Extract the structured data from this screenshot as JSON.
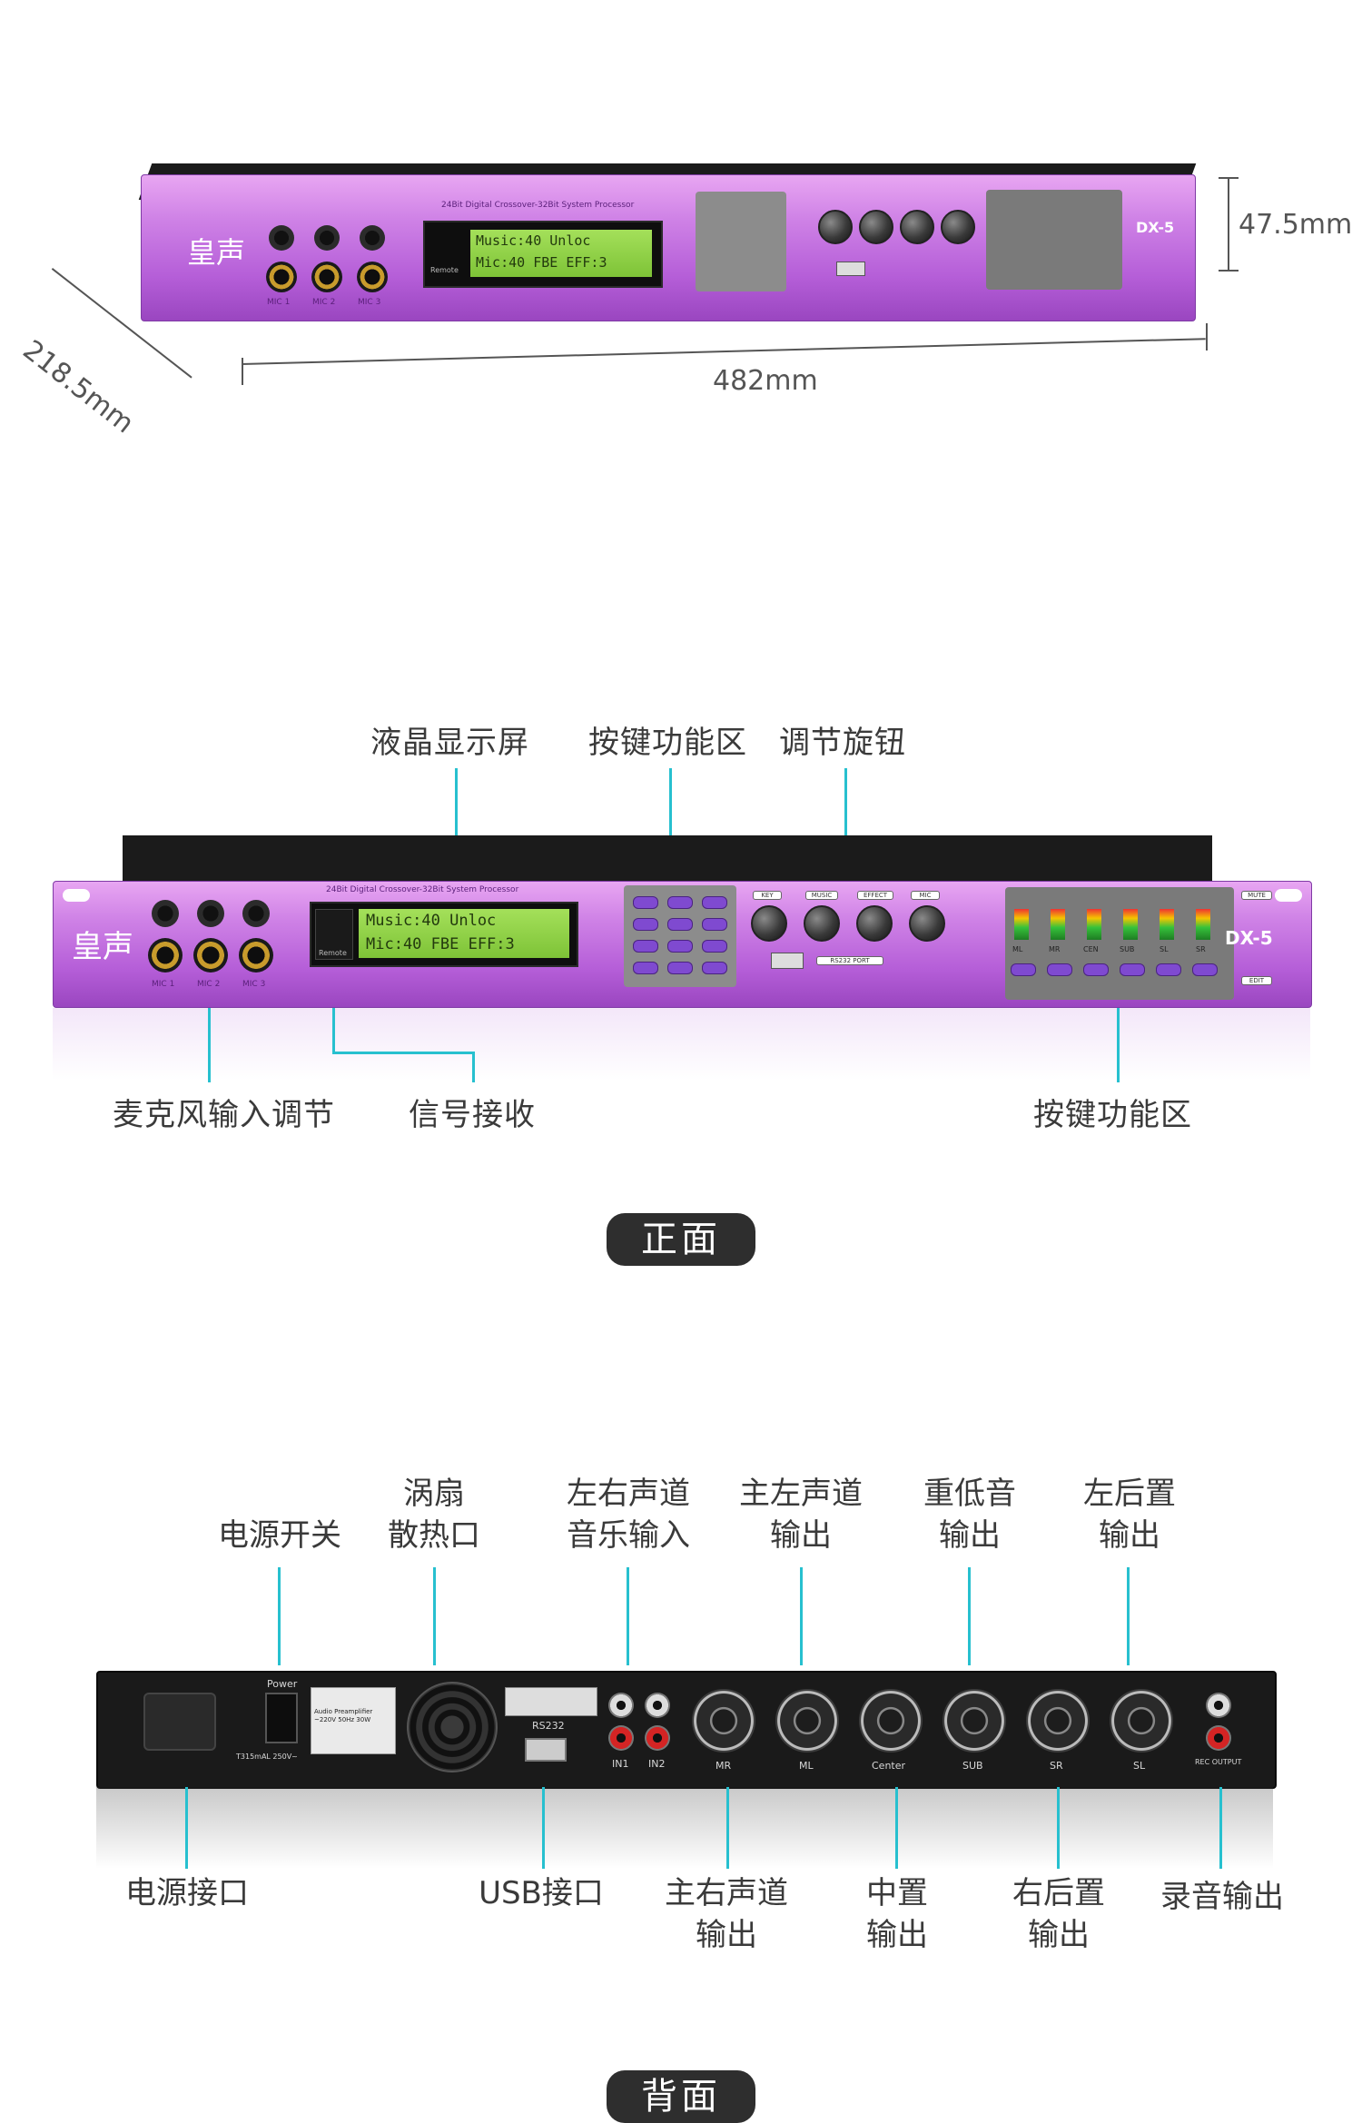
{
  "top_section": {
    "brand": "皇声",
    "header_text": "24Bit Digital Crossover-32Bit System Processor",
    "lcd_line1": "Music:40  Unloc",
    "lcd_line2": "Mic:40  FBE EFF:3",
    "remote_label": "Remote",
    "model": "DX-5",
    "mic_labels": [
      "MIC 1",
      "MIC 2",
      "MIC 3"
    ],
    "dimensions": {
      "height": "47.5mm",
      "width": "482mm",
      "depth": "218.5mm"
    }
  },
  "front_section": {
    "callouts_top": [
      "液晶显示屏",
      "按键功能区",
      "调节旋钮"
    ],
    "callouts_bottom": [
      "麦克风输入调节",
      "信号接收",
      "按键功能区"
    ],
    "knob_labels": [
      "KEY",
      "MUSIC",
      "EFFECT",
      "MIC"
    ],
    "usb_label": "RS232 PORT",
    "meter_labels": [
      "ML",
      "MR",
      "CEN",
      "SUB",
      "SL",
      "SR"
    ],
    "side_labels": [
      "MUTE",
      "EDIT"
    ],
    "section_title": "正面"
  },
  "back_section": {
    "callouts_top": [
      {
        "line1": "电源开关",
        "line2": ""
      },
      {
        "line1": "涡扇",
        "line2": "散热口"
      },
      {
        "line1": "左右声道",
        "line2": "音乐输入"
      },
      {
        "line1": "主左声道",
        "line2": "输出"
      },
      {
        "line1": "重低音",
        "line2": "输出"
      },
      {
        "line1": "左后置",
        "line2": "输出"
      }
    ],
    "callouts_bottom": [
      {
        "line1": "电源接口",
        "line2": ""
      },
      {
        "line1": "USB接口",
        "line2": ""
      },
      {
        "line1": "主右声道",
        "line2": "输出"
      },
      {
        "line1": "中置",
        "line2": "输出"
      },
      {
        "line1": "右后置",
        "line2": "输出"
      },
      {
        "line1": "录音输出",
        "line2": ""
      }
    ],
    "power_label": "Power",
    "fuse_label": "T315mAL 250V~",
    "rs232_label": "RS232",
    "input_labels": [
      "IN1",
      "IN2"
    ],
    "output_labels": [
      "MR",
      "ML",
      "Center",
      "SUB",
      "SR",
      "SL"
    ],
    "rec_label": "REC OUTPUT",
    "info_label": "Audio Preamplifier ~220V 50Hz 30W",
    "section_title": "背面"
  }
}
